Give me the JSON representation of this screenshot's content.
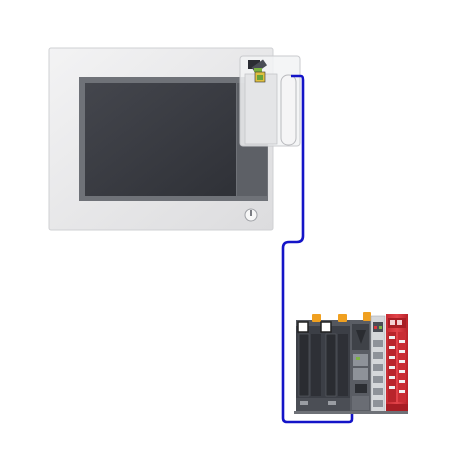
{
  "diagram": {
    "description_type": "hardware-connection",
    "devices": [
      {
        "id": "hmi-panel",
        "kind": "touch-panel-display"
      },
      {
        "id": "io-module-1",
        "kind": "io-module"
      },
      {
        "id": "io-module-2",
        "kind": "io-module"
      },
      {
        "id": "cpu-module",
        "kind": "controller-module"
      },
      {
        "id": "terminal-module",
        "kind": "terminal-module"
      },
      {
        "id": "safety-module",
        "kind": "safety-io-module"
      }
    ],
    "connections": [
      {
        "from": "hmi-panel",
        "to": "cpu-module",
        "kind": "cable"
      }
    ],
    "colors": {
      "cable": "#1414c8",
      "panel_bezel": "#e9e9ea",
      "screen": "#3b3d44",
      "module_dark": "#3c3f46",
      "module_gray": "#8e9299",
      "module_light": "#d5d7da",
      "safety_red": "#d9363e",
      "connector_orange": "#f0a020",
      "connector_green": "#7cb342"
    },
    "icons": [
      "usb-connector-icon",
      "power-switch-icon"
    ]
  }
}
